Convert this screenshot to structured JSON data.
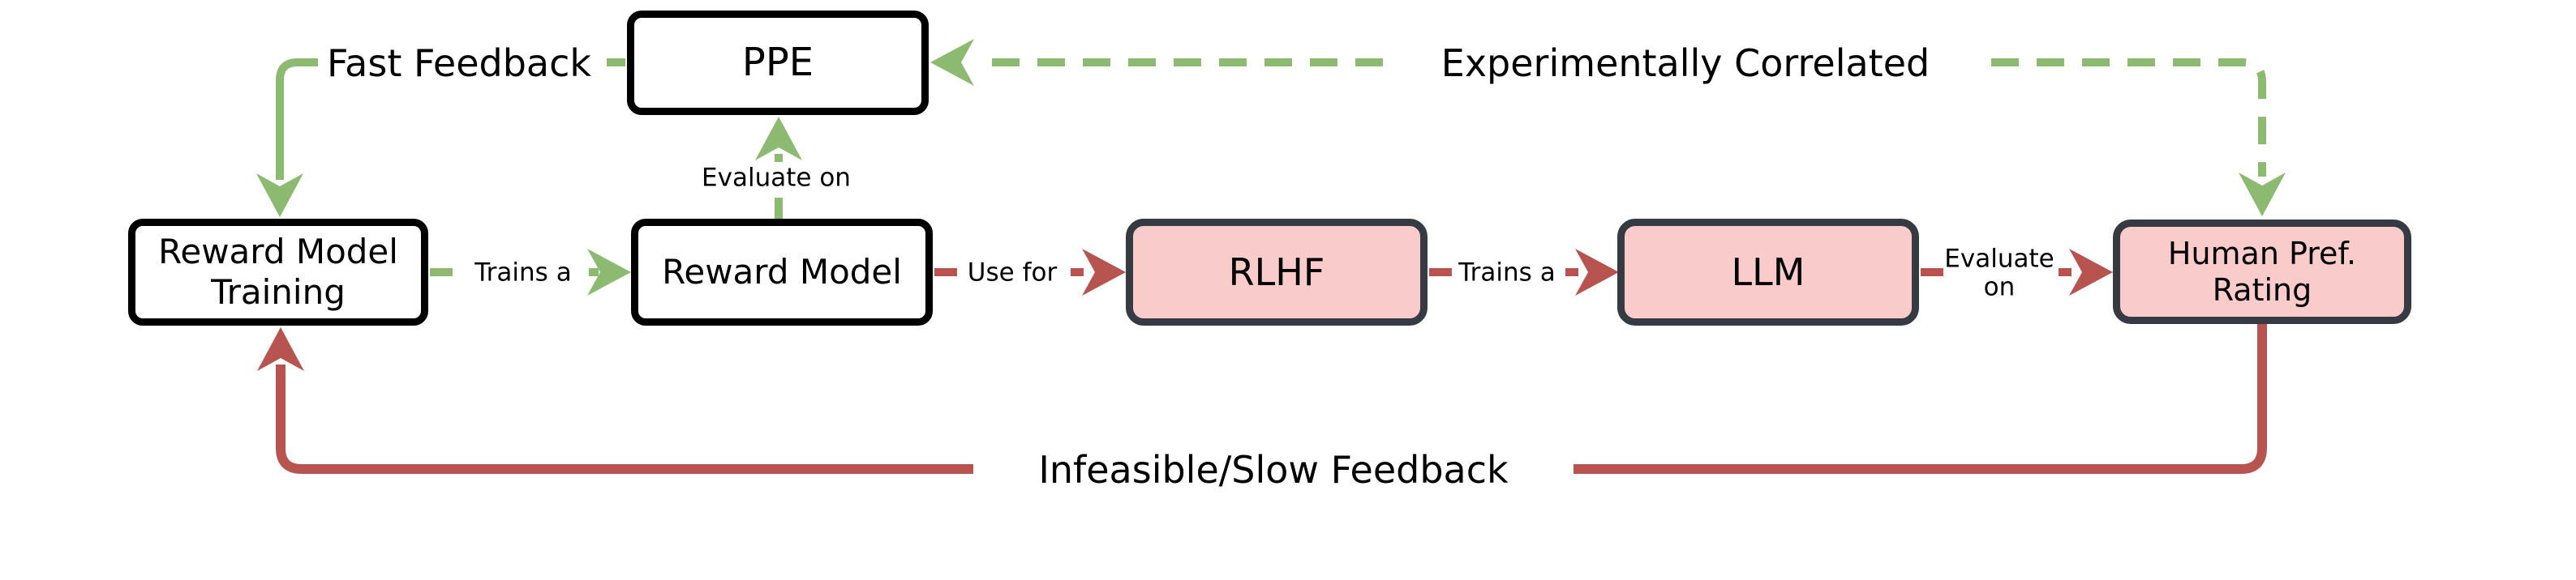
{
  "diagram_type": "flowchart",
  "colors": {
    "green": "#8CBA70",
    "red": "#B85450",
    "pink_fill": "#F9CBCA",
    "pink_border": "#363B43",
    "box_border": "#000000",
    "text": "#000000",
    "background": "#ffffff"
  },
  "nodes": [
    {
      "id": "ppe",
      "label": "PPE",
      "fill": "white"
    },
    {
      "id": "reward-model-training",
      "label": "Reward Model\nTraining",
      "fill": "white"
    },
    {
      "id": "reward-model",
      "label": "Reward Model",
      "fill": "white"
    },
    {
      "id": "rlhf",
      "label": "RLHF",
      "fill": "pink"
    },
    {
      "id": "llm",
      "label": "LLM",
      "fill": "pink"
    },
    {
      "id": "human-pref-rating",
      "label": "Human Pref.\nRating",
      "fill": "pink"
    }
  ],
  "edges": [
    {
      "from": "PPE",
      "to": "Reward Model Training",
      "label": "Fast Feedback",
      "style": "green-solid"
    },
    {
      "from": "Reward Model Training",
      "to": "Reward Model",
      "label": "Trains a",
      "style": "green-solid"
    },
    {
      "from": "Reward Model",
      "to": "PPE",
      "label": "Evaluate on",
      "style": "green-solid"
    },
    {
      "from": "Reward Model",
      "to": "RLHF",
      "label": "Use for",
      "style": "red-solid"
    },
    {
      "from": "RLHF",
      "to": "LLM",
      "label": "Trains a",
      "style": "red-solid"
    },
    {
      "from": "LLM",
      "to": "Human Pref. Rating",
      "label": "Evaluate\non",
      "style": "red-solid"
    },
    {
      "from": "Human Pref. Rating",
      "to": "PPE",
      "label": "Experimentally Correlated",
      "style": "green-dashed"
    },
    {
      "from": "Human Pref. Rating",
      "to": "Reward Model Training",
      "label": "Infeasible/Slow Feedback",
      "style": "red-solid"
    }
  ]
}
